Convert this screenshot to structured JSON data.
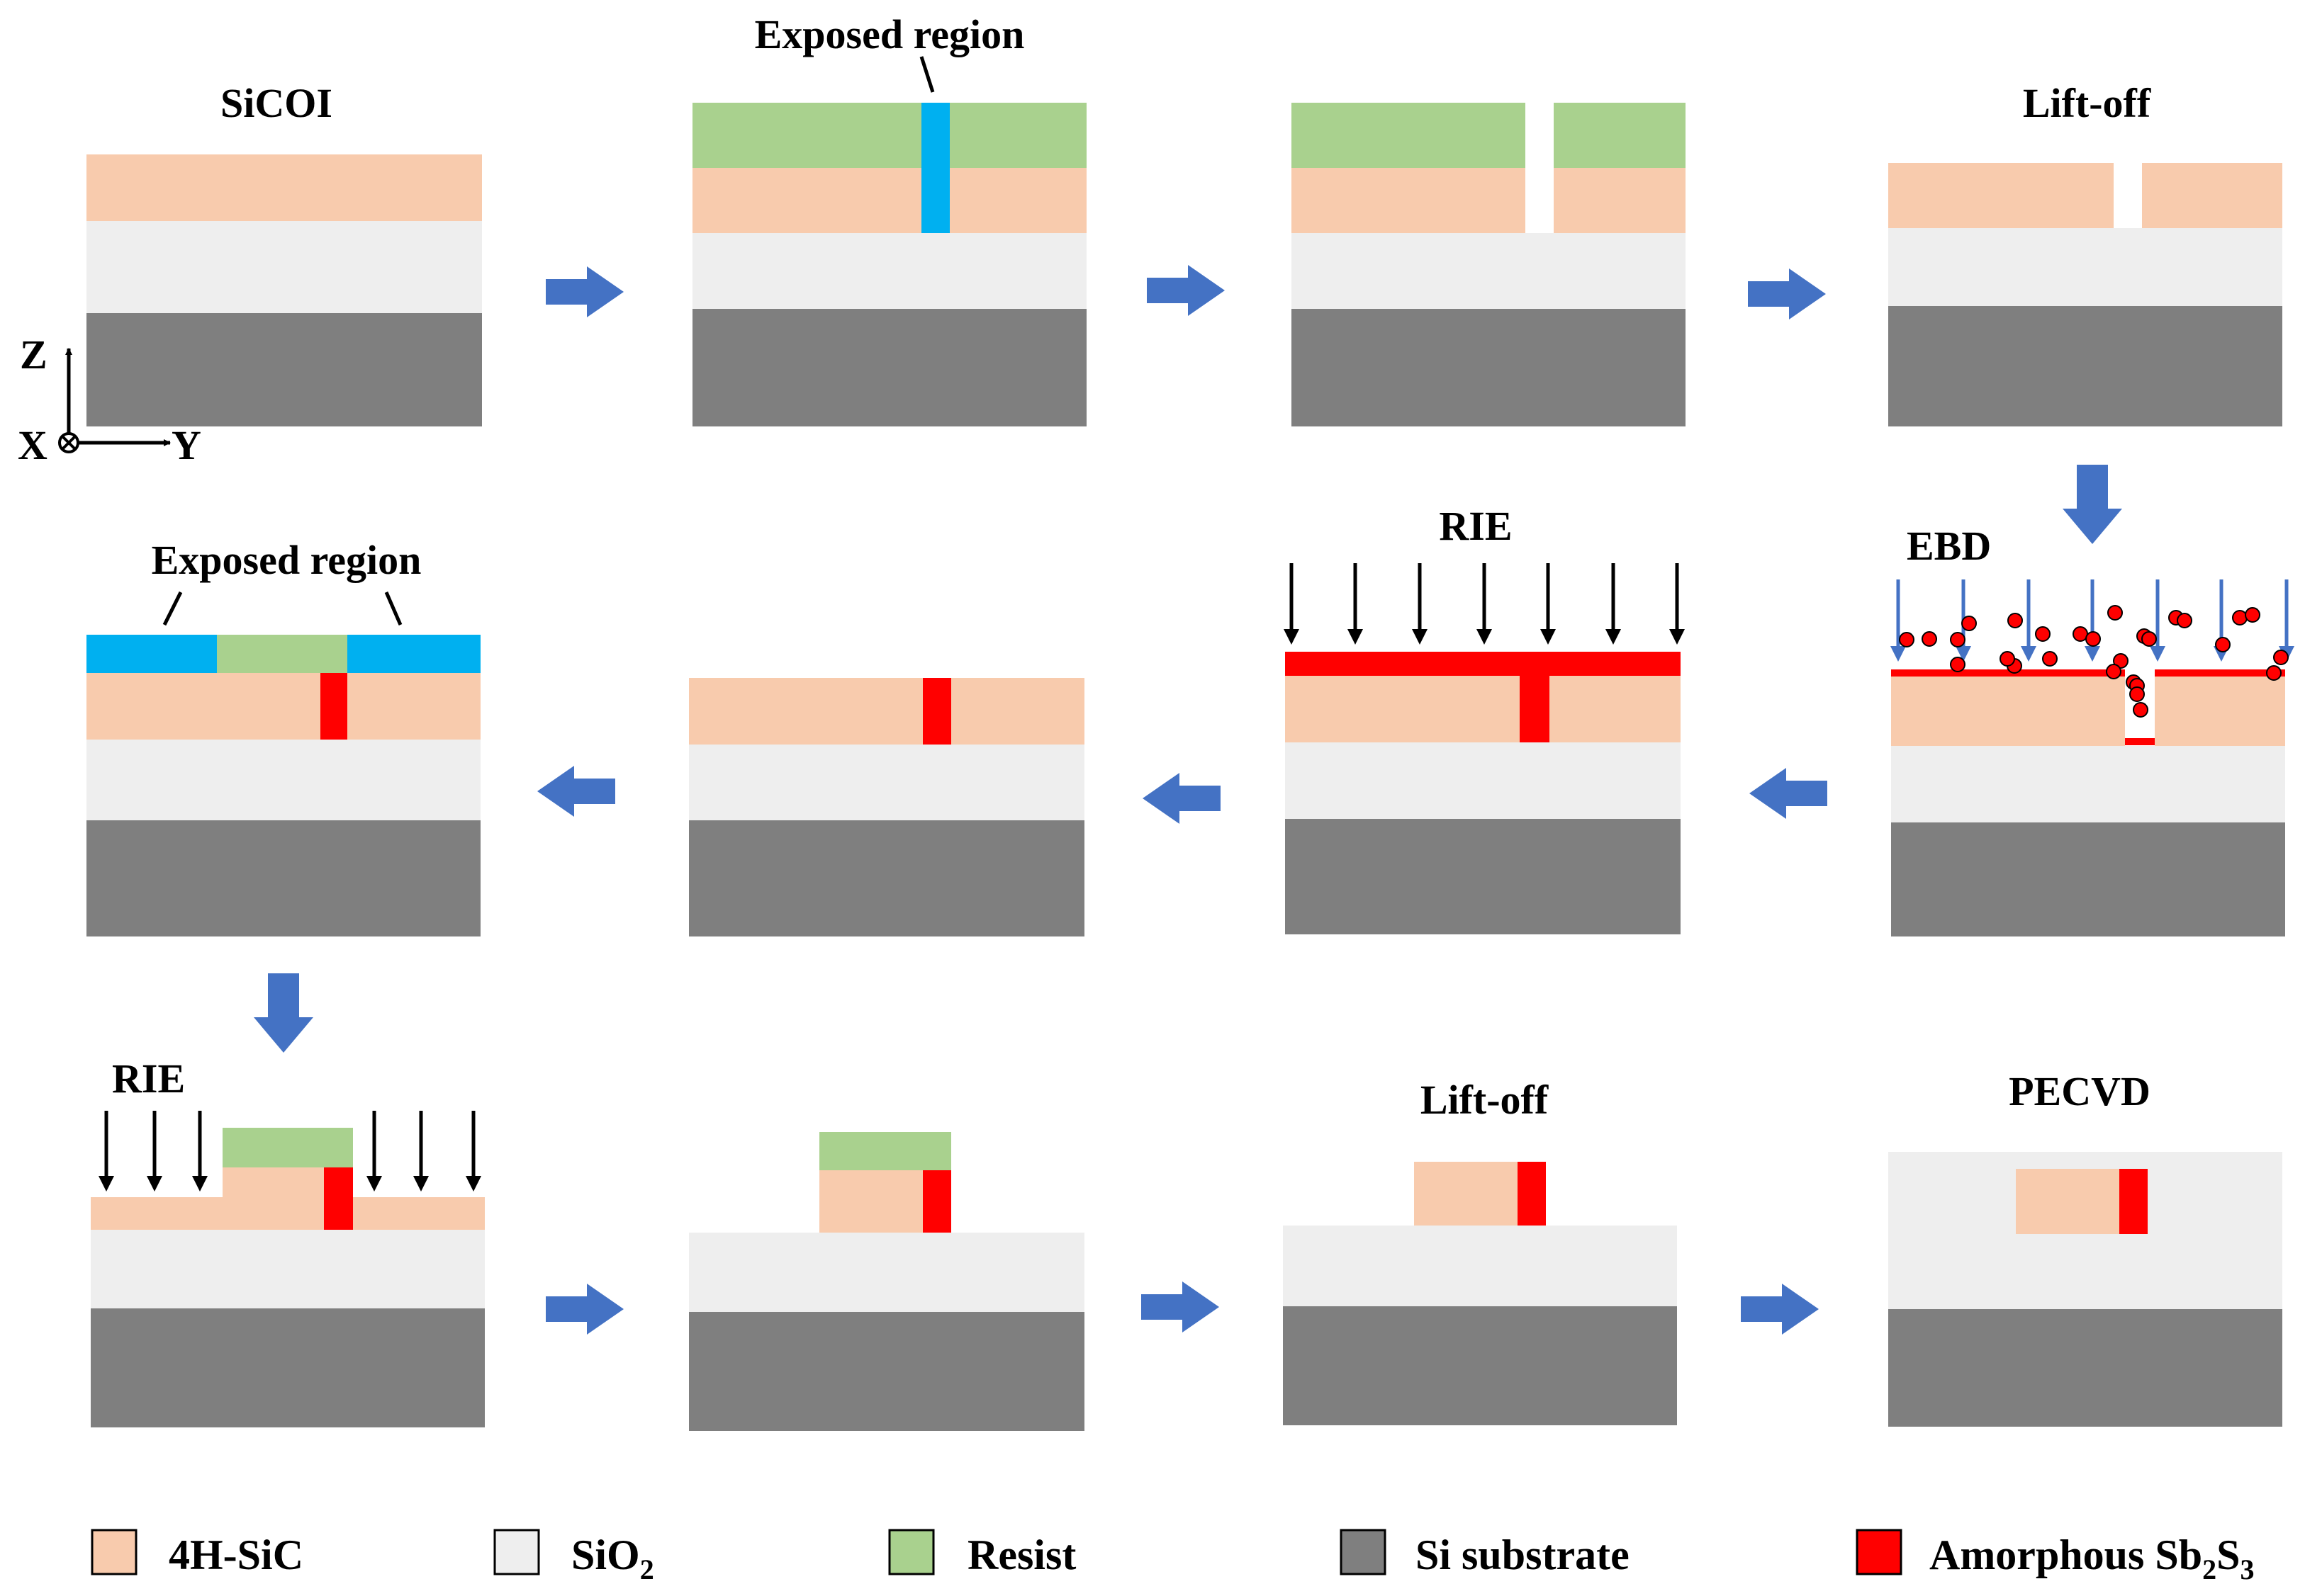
{
  "colors": {
    "sic": "#f8cbad",
    "sio2": "#eeeeee",
    "resist": "#a9d18e",
    "si": "#7f7f7f",
    "sb2s3": "#ff0000",
    "exposed": "#00b0f0",
    "process_arrow": "#4472c4",
    "etch_arrow": "#000000"
  },
  "labels": {
    "sicoi": "SiCOI",
    "exposed_region_1": "Exposed region",
    "lift_off_1": "Lift-off",
    "ebd": "EBD",
    "rie_1": "RIE",
    "exposed_region_2": "Exposed region",
    "rie_2": "RIE",
    "lift_off_2": "Lift-off",
    "pecvd": "PECVD"
  },
  "axes": {
    "z": "Z",
    "x": "X",
    "y": "Y"
  },
  "legend": [
    {
      "name": "4H-SiC",
      "color": "sic",
      "text": "4H-SiC"
    },
    {
      "name": "SiO2",
      "color": "sio2",
      "text": "SiO",
      "sub": "2"
    },
    {
      "name": "Resist",
      "color": "resist",
      "text": "Resist"
    },
    {
      "name": "Si substrate",
      "color": "si",
      "text": "Si substrate"
    },
    {
      "name": "Amorphous Sb2S3",
      "color": "sb2s3",
      "text": "Amorphous Sb",
      "sub": "2",
      "text2": "S",
      "sub2": "3"
    }
  ]
}
